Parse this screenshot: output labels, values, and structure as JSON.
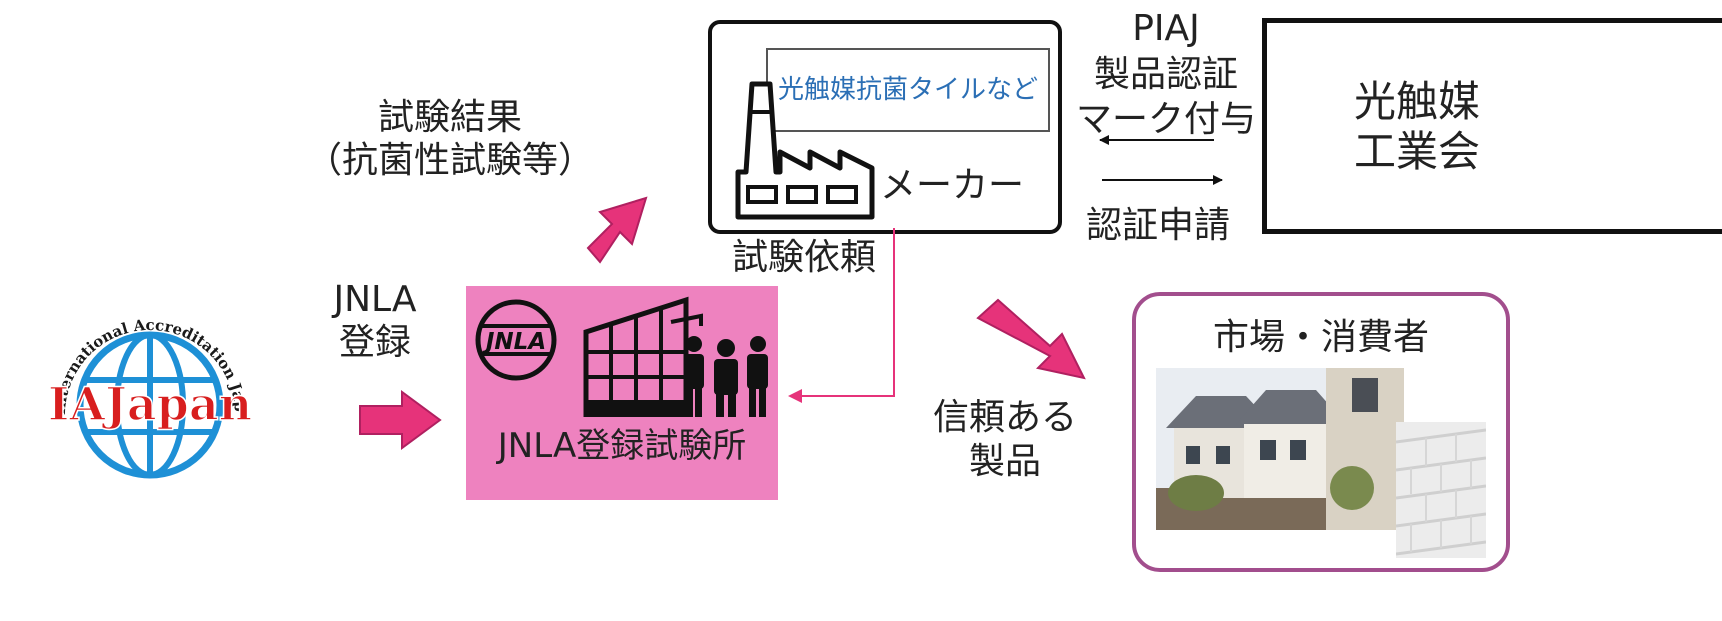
{
  "logo": {
    "accreditation_text": "International Accreditation Japan",
    "wordmark": "IAJapan"
  },
  "jnla_registration": {
    "line1": "JNLA",
    "line2": "登録"
  },
  "test_results": {
    "line1": "試験結果",
    "line2": "（抗菌性試験等）"
  },
  "product_label": "光触媒抗菌タイルなど",
  "maker": {
    "label": "メーカー"
  },
  "test_request": "試験依頼",
  "lab": {
    "logo": "JNLA",
    "title": "JNLA登録試験所"
  },
  "piaj_mark": {
    "line1": "PIAJ",
    "line2": "製品認証",
    "line3": "マーク付与"
  },
  "cert_application": "認証申請",
  "association": {
    "line1": "光触媒",
    "line2": "工業会"
  },
  "market": {
    "title": "市場・消費者"
  },
  "reliable_products": {
    "line1": "信頼ある",
    "line2": "製品"
  },
  "colors": {
    "arrow": "#e6337a",
    "lab_fill": "#ee82bf",
    "market_border": "#a24e8d",
    "label_text": "#2b6fb5"
  }
}
